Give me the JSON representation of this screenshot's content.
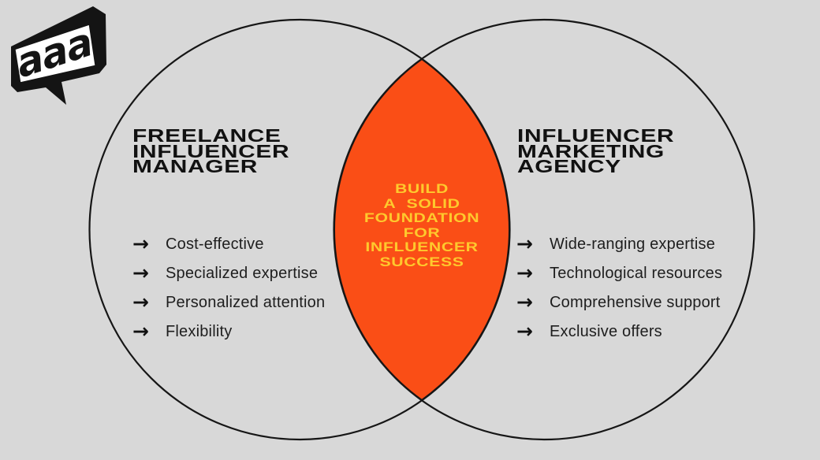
{
  "page": {
    "background_color": "#d8d8d8",
    "outline_color": "#161616"
  },
  "logo": {
    "text": "aaa"
  },
  "icons": {
    "arrow": "→"
  },
  "venn": {
    "overlap": {
      "fill_color": "#fa4e16",
      "text_color": "#fec92d",
      "lines": [
        "BUILD",
        "A SOLID",
        "FOUNDATION",
        "FOR",
        "INFLUENCER",
        "SUCCESS"
      ]
    },
    "left": {
      "title_lines": [
        "FREELANCE",
        "INFLUENCER",
        "MANAGER"
      ],
      "items": [
        "Cost-effective",
        "Specialized expertise",
        "Personalized attention",
        "Flexibility"
      ]
    },
    "right": {
      "title_lines": [
        "INFLUENCER",
        "MARKETING",
        "AGENCY"
      ],
      "items": [
        "Wide-ranging expertise",
        "Technological resources",
        "Comprehensive support",
        "Exclusive offers"
      ]
    }
  }
}
